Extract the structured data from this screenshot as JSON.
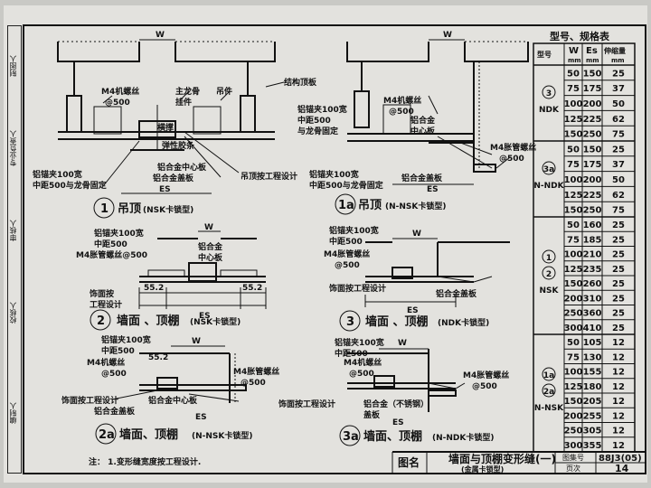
{
  "side_strip": [
    "编制人",
    "校核人",
    "审核人",
    "专业负责人",
    "制图人"
  ],
  "labels": {
    "w": "W",
    "es": "ES",
    "dim_55_2": "55.2",
    "m4_screw": "M4机螺丝",
    "at500": "@500",
    "main_keel": "主龙骨",
    "hanger_piece": "挂件",
    "hanger": "吊件",
    "structure_slab": "结构顶板",
    "cross_keel": "横撑",
    "elastic_glue": "弹性胶条",
    "al_mid_plate": "铝合金中心板",
    "al_cover_plate": "铝合金盖板",
    "ceiling_design": "吊顶按工程设计",
    "clip_100": "铝锚夹100宽",
    "clip_spacing": "中距500与龙骨固定",
    "clip_100_alt": "铝锚夹100宽",
    "spacing_500": "中距500",
    "with_keel": "与龙骨固定",
    "al_alloy": "铝合金",
    "mid_plate": "中心板",
    "m4_expansion": "M4胀管螺丝",
    "finish_design": "饰面按工程设计",
    "finish": "饰面按",
    "design": "工程设计",
    "m4_exp_500": "M4胀管螺丝@500",
    "al_stainless": "铝合金（不锈钢）",
    "cover": "盖板",
    "clip_500": "中距500"
  },
  "captions": {
    "c1_num": "1",
    "c1_text": "吊顶",
    "c1_type": "(NSK卡锁型)",
    "c1a_num": "1a",
    "c1a_text": "吊顶",
    "c1a_type": "(N-NSK卡锁型)",
    "c2_num": "2",
    "c2_text": "墙面 、顶棚",
    "c2_type": "(NSK卡锁型)",
    "c3_num": "3",
    "c3_text": "墙面 、顶棚",
    "c3_type": "(NDK卡锁型)",
    "c2a_num": "2a",
    "c2a_text": "墙面、顶棚",
    "c2a_type": "(N-NSK卡锁型)",
    "c3a_num": "3a",
    "c3a_text": "墙面、顶棚",
    "c3a_type": "(N-NDK卡锁型)"
  },
  "spec_table": {
    "title": "型号、规格表",
    "headers": [
      "型号",
      "W",
      "Es",
      "伸缩量"
    ],
    "header_units": [
      "",
      "mm",
      "mm",
      "mm"
    ],
    "groups": [
      {
        "label": [
          "3",
          "NDK"
        ],
        "rows": [
          [
            "50",
            "150",
            "25"
          ],
          [
            "75",
            "175",
            "37"
          ],
          [
            "100",
            "200",
            "50"
          ],
          [
            "125",
            "225",
            "62"
          ],
          [
            "150",
            "250",
            "75"
          ]
        ]
      },
      {
        "label": [
          "3a",
          "N-NDK"
        ],
        "rows": [
          [
            "50",
            "150",
            "25"
          ],
          [
            "75",
            "175",
            "37"
          ],
          [
            "100",
            "200",
            "50"
          ],
          [
            "125",
            "225",
            "62"
          ],
          [
            "150",
            "250",
            "75"
          ]
        ]
      },
      {
        "label": [
          "1",
          "2",
          "NSK"
        ],
        "rows": [
          [
            "50",
            "160",
            "25"
          ],
          [
            "75",
            "185",
            "25"
          ],
          [
            "100",
            "210",
            "25"
          ],
          [
            "125",
            "235",
            "25"
          ],
          [
            "150",
            "260",
            "25"
          ],
          [
            "200",
            "310",
            "25"
          ],
          [
            "250",
            "360",
            "25"
          ],
          [
            "300",
            "410",
            "25"
          ]
        ]
      },
      {
        "label": [
          "1a",
          "2a",
          "N-NSK"
        ],
        "rows": [
          [
            "50",
            "105",
            "12"
          ],
          [
            "75",
            "130",
            "12"
          ],
          [
            "100",
            "155",
            "12"
          ],
          [
            "125",
            "180",
            "12"
          ],
          [
            "150",
            "205",
            "12"
          ],
          [
            "200",
            "255",
            "12"
          ],
          [
            "250",
            "305",
            "12"
          ],
          [
            "300",
            "355",
            "12"
          ]
        ]
      }
    ]
  },
  "note": "注： 1.变形缝宽度按工程设计.",
  "title_block": {
    "label": "图名",
    "title": "墙面与顶棚变形缝(一)",
    "subtitle": "(金属卡锁型)",
    "atlas_label": "图集号",
    "atlas_no": "88J3(05)",
    "page_label": "页次",
    "page_no": "14"
  }
}
